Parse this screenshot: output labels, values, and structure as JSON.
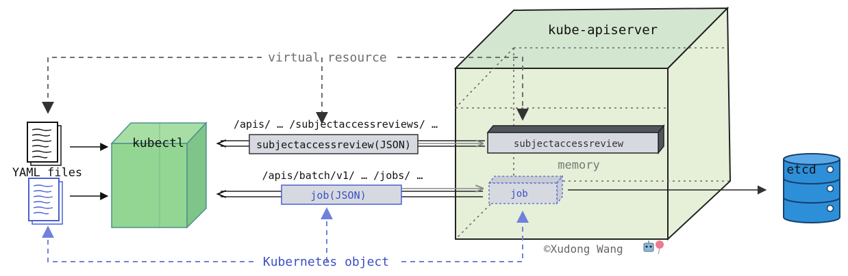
{
  "labels": {
    "kube_apiserver": "kube-apiserver",
    "virtual_resource": "virtual resource",
    "kubectl": "kubectl",
    "yaml_files": "YAML files",
    "path_sar": "/apis/ … /subjectaccessreviews/ …",
    "sar_json": "subjectaccessreview(JSON)",
    "sar_memory": "subjectaccessreview",
    "memory": "memory",
    "path_jobs": "/apis/batch/v1/ … /jobs/ …",
    "job_json": "job(JSON)",
    "job_memory": "job",
    "etcd": "etcd",
    "kubernetes_object": "Kubernetes object",
    "copyright": "©Xudong Wang"
  },
  "colors": {
    "green_fill": "#e4efd6",
    "green_top": "#d3e6cf",
    "kubectl_front": "#93d693",
    "kubectl_side": "#7fc58a",
    "gray_box": "#d6dae0",
    "blue_dash": "#4a5fcf",
    "etcd_blue": "#2e8fd9",
    "gray_dash": "#6e6e6e"
  },
  "icons": {
    "document": "document-icon",
    "etcd": "database-icon",
    "emoji": "robot-balloon-icon"
  }
}
